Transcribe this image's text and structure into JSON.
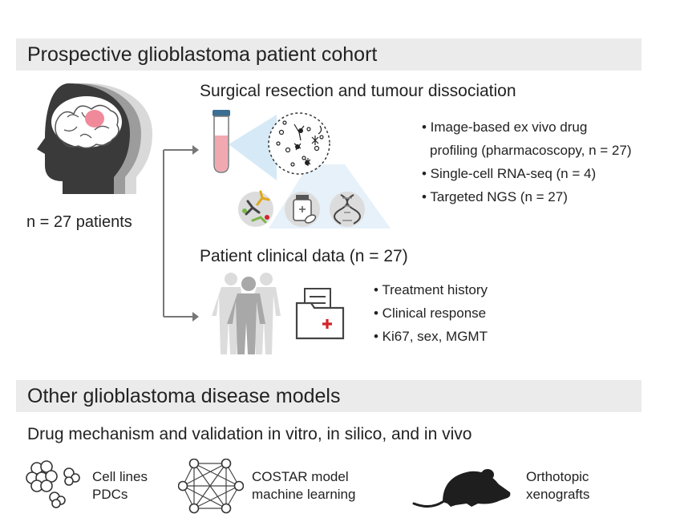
{
  "sections": {
    "cohort": {
      "title": "Prospective glioblastoma patient cohort",
      "n_label": "n = 27 patients",
      "surgery": {
        "heading": "Surgical resection and tumour dissociation",
        "bullets": [
          "• Image-based ex vivo drug",
          "profiling (pharmacoscopy, n = 27)",
          "• Single-cell RNA-seq (n = 4)",
          "• Targeted NGS (n = 27)"
        ]
      },
      "clinical": {
        "heading": "Patient clinical data (n = 27)",
        "bullets": [
          "• Treatment history",
          "• Clinical response",
          "• Ki67, sex, MGMT"
        ]
      }
    },
    "models": {
      "title": "Other glioblastoma disease models",
      "subtitle": "Drug mechanism and validation in vitro, in silico, and in vivo",
      "items": [
        {
          "line1": "Cell lines",
          "line2": "PDCs",
          "icon": "cell-cluster-icon"
        },
        {
          "line1": "COSTAR model",
          "line2": "machine learning",
          "icon": "network-icon"
        },
        {
          "line1": "Orthotopic",
          "line2": "xenografts",
          "icon": "mouse-icon"
        }
      ]
    }
  },
  "colors": {
    "band": "#ebebeb",
    "tumour": "#f08a9a",
    "accent_red": "#d2232a",
    "grey_dark": "#555555",
    "light_blue": "#d6e9f6"
  }
}
